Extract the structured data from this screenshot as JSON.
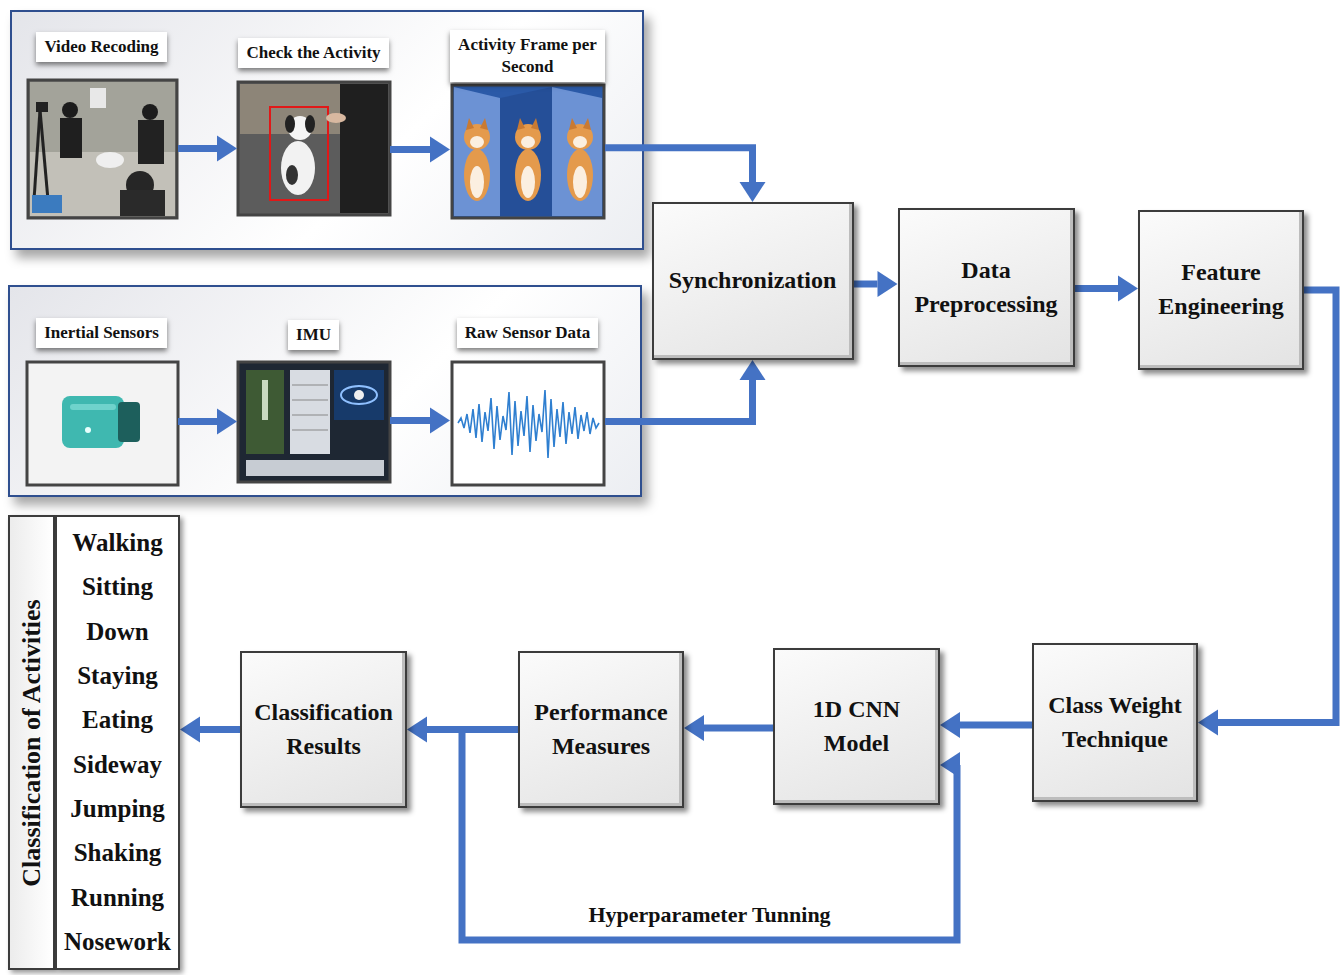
{
  "diagram": {
    "nodes": [
      {
        "text": [
          "Video Recoding"
        ]
      },
      {
        "text": [
          "Check the Activity"
        ]
      },
      {
        "text": [
          "Activity Frame per Second"
        ]
      },
      {
        "text": [
          "Inertial Sensors"
        ]
      },
      {
        "text": [
          "IMU"
        ]
      },
      {
        "text": [
          "Raw Sensor Data"
        ]
      },
      {
        "text": [
          "Synchronization"
        ]
      },
      {
        "text": [
          "Data Preprocessing"
        ]
      },
      {
        "text": [
          "Feature Engineering"
        ]
      },
      {
        "text": [
          "Class Weight Technique"
        ]
      },
      {
        "text": [
          "1D CNN Model"
        ]
      },
      {
        "text": [
          "Performance Measures"
        ]
      },
      {
        "text": [
          "Classification Results"
        ]
      },
      {
        "text": [
          "Classification of Activities"
        ]
      },
      {
        "text": [
          "Walking",
          "Sitting",
          "Down",
          "Staying",
          "Eating",
          "Sideway",
          "Jumping",
          "Shaking",
          "Running",
          "Nosework"
        ]
      }
    ],
    "edges": [
      {
        "from": 0,
        "to": 1,
        "arrow": "to"
      },
      {
        "from": 1,
        "to": 2,
        "arrow": "to"
      },
      {
        "from": 2,
        "to": 6,
        "arrow": "to"
      },
      {
        "from": 3,
        "to": 4,
        "arrow": "to"
      },
      {
        "from": 4,
        "to": 5,
        "arrow": "to"
      },
      {
        "from": 5,
        "to": 6,
        "arrow": "to"
      },
      {
        "from": 6,
        "to": 7,
        "arrow": "to"
      },
      {
        "from": 7,
        "to": 8,
        "arrow": "to"
      },
      {
        "from": 8,
        "to": 9,
        "arrow": "to"
      },
      {
        "from": 9,
        "to": 10,
        "arrow": "to"
      },
      {
        "from": 10,
        "to": 11,
        "arrow": "to"
      },
      {
        "from": 11,
        "to": 12,
        "arrow": "to"
      },
      {
        "from": 12,
        "to": 14,
        "arrow": "to"
      },
      {
        "from": 11,
        "to": 10,
        "label": "Hyperparameter Tunning",
        "arrow": "to"
      }
    ]
  }
}
